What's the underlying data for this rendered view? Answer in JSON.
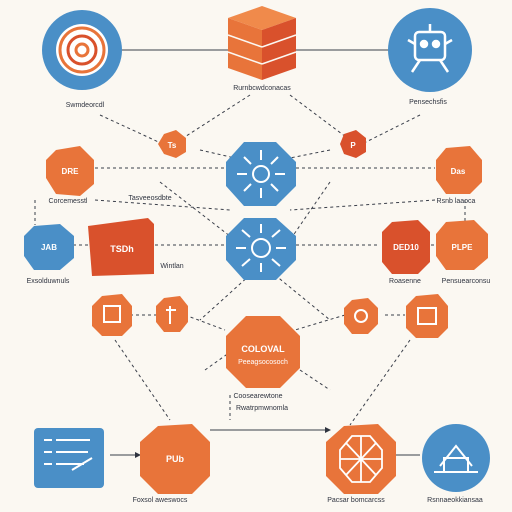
{
  "colors": {
    "orange": "#e8743a",
    "deep_orange": "#d9512c",
    "blue": "#4a8fc7",
    "light_blue": "#5ba4d6",
    "ink": "#2f3440",
    "paper": "#fbf8f2"
  },
  "labels": {
    "top_left": "Swmdeorcdl",
    "top_center": "Rurnbcwdconacas",
    "top_right": "Pensechsfis",
    "mid_left_orange": "Corcemesstl",
    "mid_left_box": "Tasveeosdbte",
    "mid_right_orange": "Rsnb laaoca",
    "row3_left": "Exsolduwnuls",
    "row3_right_text": "Wintlan",
    "row3_right_red": "Roasenne",
    "row3_right_orange": "Pensuearconsu",
    "center_title": "COLOVAL",
    "center_sub": "Peeagsocosoch",
    "center_caption": "Coosearewtone",
    "center_caption2": "Rwatrpmwnomla",
    "bottom_left": "Foxsol aweswocs",
    "bottom_center": "Pacsar bomcarcss",
    "bottom_right": "Rsnnaeokkiansaa"
  },
  "node_text": {
    "orange_top_left": "DRE",
    "red_box_left": "TSDh",
    "red_right": "DED10",
    "orange_right": "PLPE",
    "orange_far_left_blue": "JAB",
    "bottom_center_orange": "PUb",
    "small_orange_top": "Ts",
    "small_red_top": "P",
    "orange_right_top": "Das"
  },
  "icons": [
    "spiral-target-icon",
    "server-cube-icon",
    "robot-node-icon",
    "network-hub-icon",
    "virus-node-icon",
    "document-list-icon",
    "web-network-icon",
    "house-network-icon"
  ]
}
